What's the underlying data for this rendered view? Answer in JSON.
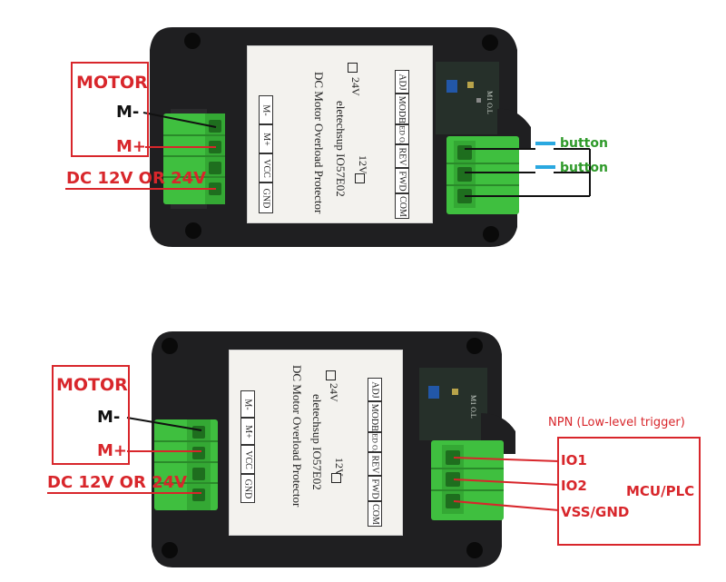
{
  "panel_top": {
    "title_line": "DC Motor Overload Protector",
    "model_line": "eletechsup   IO57E02",
    "opt_24v": "24V",
    "opt_12v": "12V",
    "left_pins": [
      "GND",
      "VCC",
      "M+",
      "M-"
    ],
    "right_pins": [
      "COM",
      "FWD",
      "REV",
      "LED O.L",
      "MODE",
      "ADJ"
    ]
  },
  "panel_bottom": {
    "title_line": "DC Motor Overload Protector",
    "model_line": "eletechsup   IO57E02",
    "opt_24v": "24V",
    "opt_12v": "12V",
    "left_pins": [
      "GND",
      "VCC",
      "M+",
      "M-"
    ],
    "right_pins": [
      "COM",
      "FWD",
      "REV",
      "LED O.L",
      "MODE",
      "ADJ"
    ]
  },
  "top": {
    "motor_label": "MOTOR",
    "m_minus": "M-",
    "m_plus": "M+",
    "power_label": "DC 12V OR 24V",
    "button_1": "button",
    "button_2": "button",
    "pcb_marks": "M1  O.L"
  },
  "bottom": {
    "motor_label": "MOTOR",
    "m_minus": "M-",
    "m_plus": "M+",
    "power_label": "DC 12V OR 24V",
    "npn_label": "NPN (Low-level trigger)",
    "io1": "IO1",
    "io2": "IO2",
    "vss": "VSS/GND",
    "mcu_label": "MCU/PLC",
    "pcb_marks": "M1  O.L"
  },
  "colors": {
    "enclosure": "#1f1f21",
    "terminal": "#3fbf3f",
    "wire_red": "#d8262b",
    "button_blue": "#2aa8e0"
  }
}
